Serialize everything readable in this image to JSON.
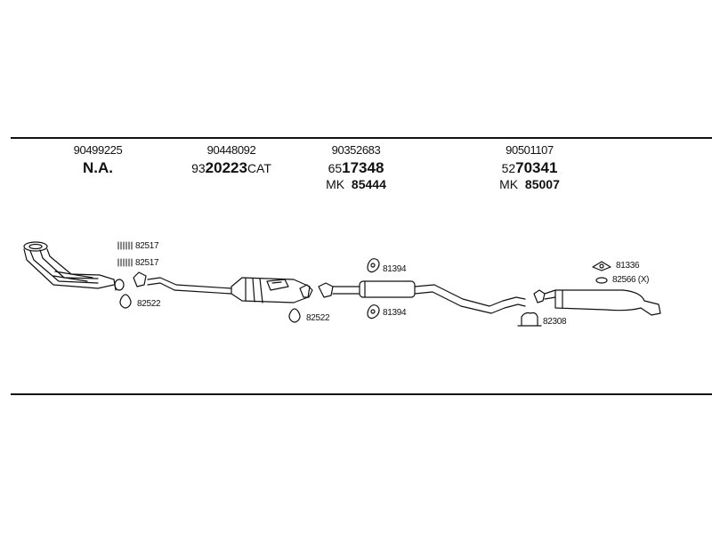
{
  "columns": [
    {
      "oe": "90499225",
      "part": "N.A."
    },
    {
      "oe": "90448092",
      "part_prefix": "93",
      "part_main": "20223",
      "part_suffix": "CAT"
    },
    {
      "oe": "90352683",
      "part_prefix": "65",
      "part_main": "17348",
      "mk_prefix": "MK",
      "mk_value": "85444"
    },
    {
      "oe": "90501107",
      "part_prefix": "52",
      "part_main": "70341",
      "mk_prefix": "MK",
      "mk_value": "85007"
    }
  ],
  "part_labels": {
    "clamp_a": "82517",
    "clamp_b": "82517",
    "gasket_front": "82522",
    "gasket_cat": "82522",
    "hanger_upper": "81394",
    "hanger_lower": "81394",
    "hanger_rear": "81336",
    "ring_rear": "82566 (X)",
    "clamp_rear": "82308"
  },
  "colors": {
    "line": "#111111",
    "background": "#ffffff"
  }
}
